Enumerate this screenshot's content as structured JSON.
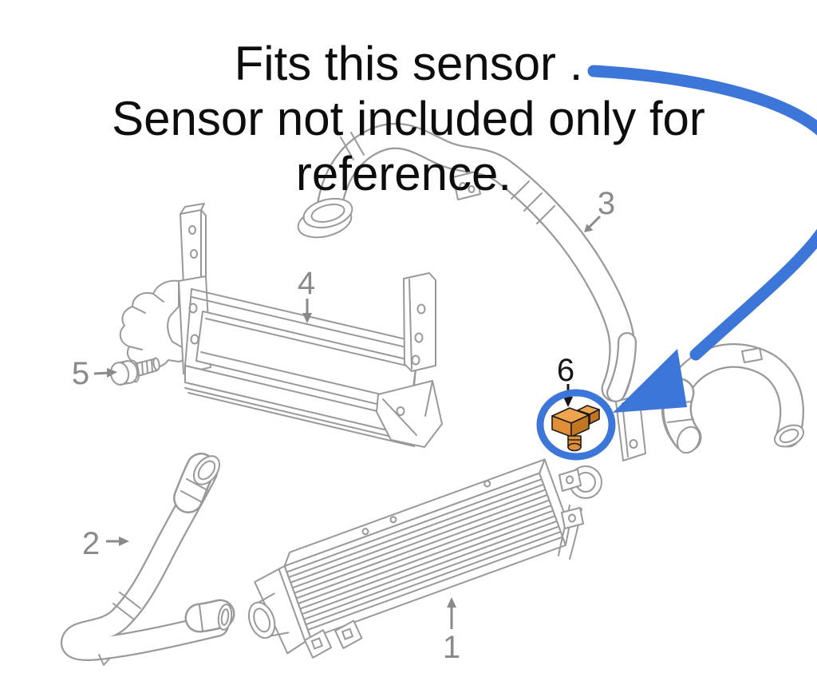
{
  "title": {
    "lines": [
      "Fits this sensor .",
      "Sensor not included only for",
      "reference."
    ]
  },
  "diagram": {
    "part_labels": [
      {
        "text": "1"
      },
      {
        "text": "2"
      },
      {
        "text": "3"
      },
      {
        "text": "4"
      },
      {
        "text": "5"
      },
      {
        "text": "6"
      }
    ]
  },
  "colors": {
    "accent_blue": "#3b76d8",
    "line_gray": "#999999",
    "label_gray": "#8a8a8a",
    "text_black": "#0d0d0d",
    "callout_black": "#161616",
    "sensor_orange_top": "#efa44e",
    "sensor_orange_front": "#e08f36",
    "sensor_orange_dark": "#c2761f",
    "sensor_outline": "#1b1b1b"
  }
}
